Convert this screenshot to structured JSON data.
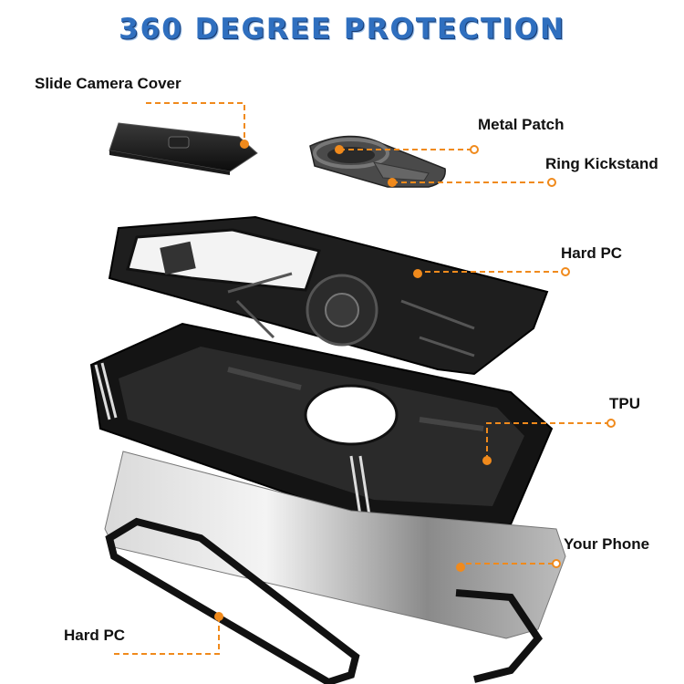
{
  "title": "360 DEGREE PROTECTION",
  "labels": {
    "slide_camera_cover": "Slide Camera Cover",
    "metal_patch": "Metal Patch",
    "ring_kickstand": "Ring Kickstand",
    "hard_pc_top": "Hard PC",
    "tpu": "TPU",
    "your_phone": "Your Phone",
    "hard_pc_bottom": "Hard PC"
  },
  "colors": {
    "accent": "#f08a1c",
    "title": "#2f6fbf"
  }
}
